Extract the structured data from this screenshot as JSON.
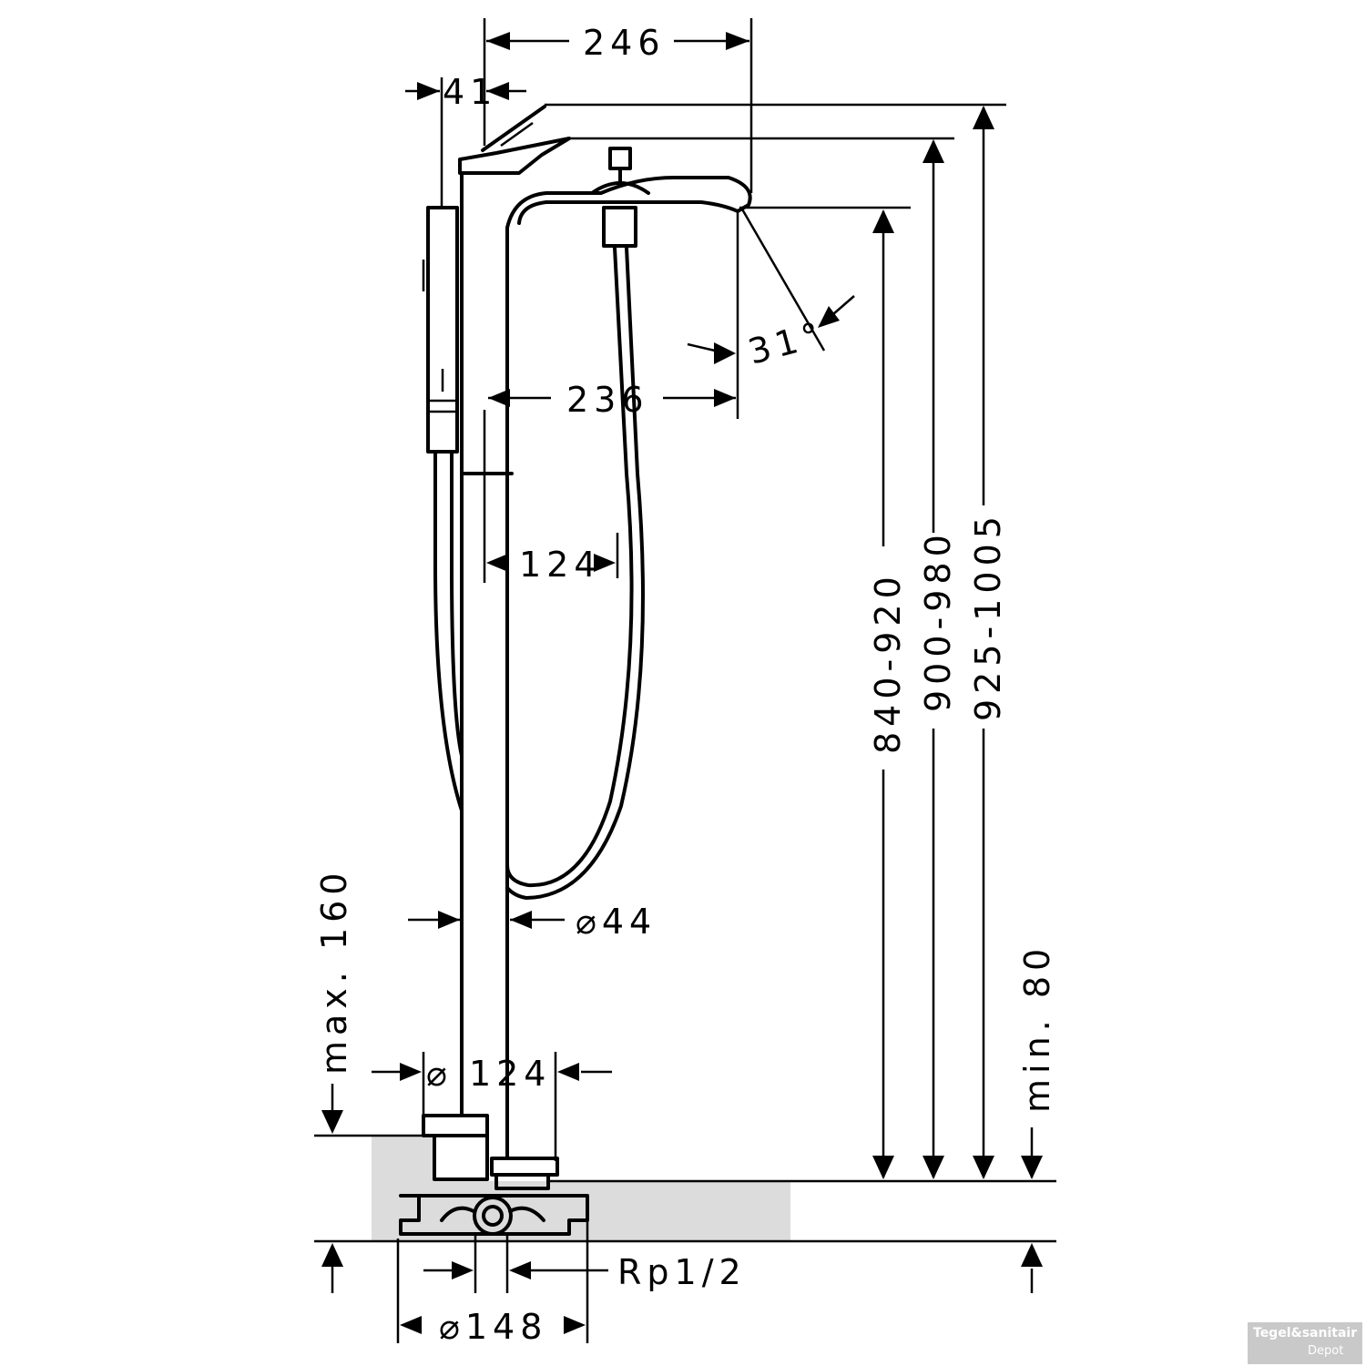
{
  "dimensions": {
    "d246": "246",
    "d41": "41",
    "d236": "236",
    "d124_upper": "124",
    "angle": "31°",
    "d840": "840-920",
    "d900": "900-980",
    "d925": "925-1005",
    "dia44": "⌀44",
    "max160": "max. 160",
    "dia124": "⌀ 124",
    "min80": "min. 80",
    "rp": "Rp1/2",
    "dia148": "⌀148"
  },
  "watermark": {
    "brand": "Tegel&sanitair",
    "sub": "Depot"
  }
}
